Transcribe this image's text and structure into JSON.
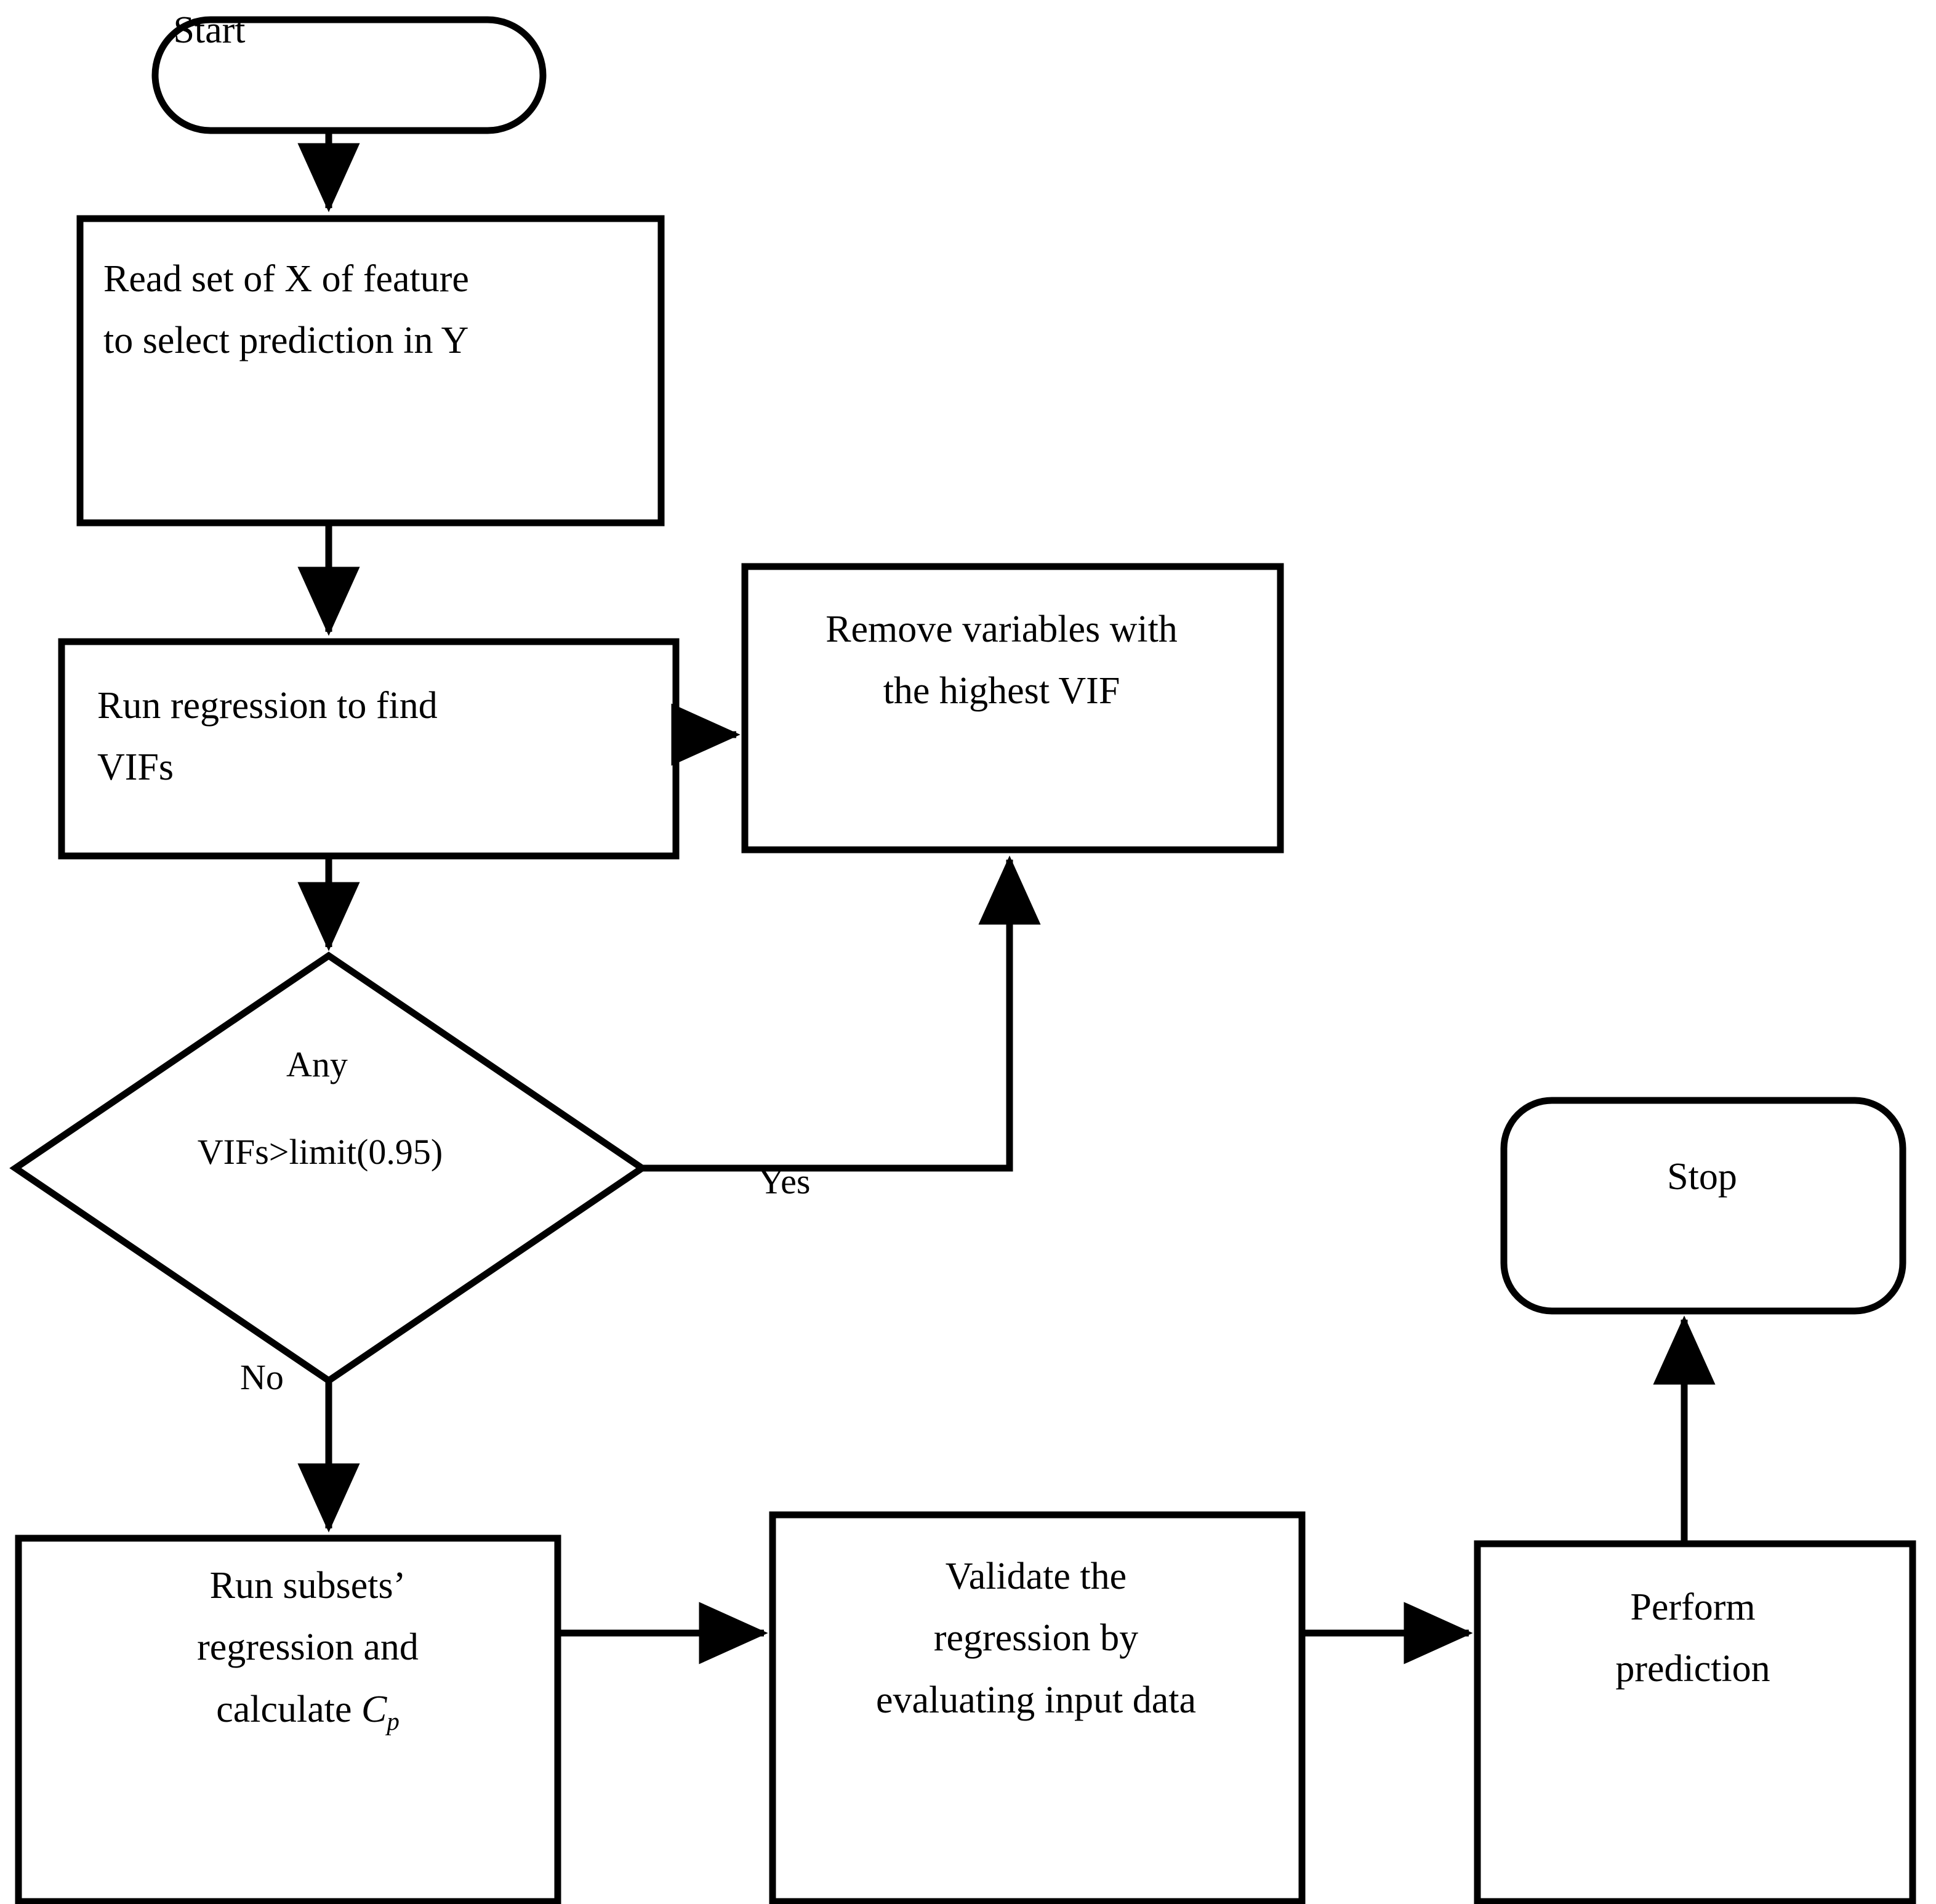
{
  "diagram": {
    "title": "Feature selection and regression prediction flowchart",
    "stroke_color": "#000000",
    "background_color": "#ffffff"
  },
  "nodes": {
    "start": {
      "label": "Start",
      "shape": "stadium"
    },
    "read": {
      "line1": "Read set of X of feature",
      "line2": "to select prediction in Y",
      "shape": "process"
    },
    "run_regression": {
      "line1": "Run regression to find",
      "line2": "VIFs",
      "shape": "process"
    },
    "remove": {
      "line1": "Remove variables with",
      "line2": "the highest VIF",
      "shape": "process"
    },
    "decision": {
      "line1": "Any",
      "line2": "VIFs>limit(0.95)",
      "shape": "decision"
    },
    "subsets": {
      "line1": "Run subsets’",
      "line2": "regression and",
      "line3_prefix": "calculate ",
      "line3_var": "C",
      "line3_sub": "p",
      "shape": "process"
    },
    "validate": {
      "line1": "Validate the",
      "line2": "regression by",
      "line3": "evaluating input data",
      "shape": "process"
    },
    "perform": {
      "line1": "Perform",
      "line2": "prediction",
      "shape": "process"
    },
    "stop": {
      "label": "Stop",
      "shape": "rounded"
    }
  },
  "edge_labels": {
    "yes": "Yes",
    "no": "No"
  },
  "edges": [
    {
      "from": "start",
      "to": "read",
      "label": ""
    },
    {
      "from": "read",
      "to": "run_regression",
      "label": ""
    },
    {
      "from": "run_regression",
      "to": "remove",
      "label": ""
    },
    {
      "from": "run_regression",
      "to": "decision",
      "label": ""
    },
    {
      "from": "decision",
      "to": "remove",
      "label": "Yes"
    },
    {
      "from": "decision",
      "to": "subsets",
      "label": "No"
    },
    {
      "from": "subsets",
      "to": "validate",
      "label": ""
    },
    {
      "from": "validate",
      "to": "perform",
      "label": ""
    },
    {
      "from": "perform",
      "to": "stop",
      "label": ""
    }
  ]
}
